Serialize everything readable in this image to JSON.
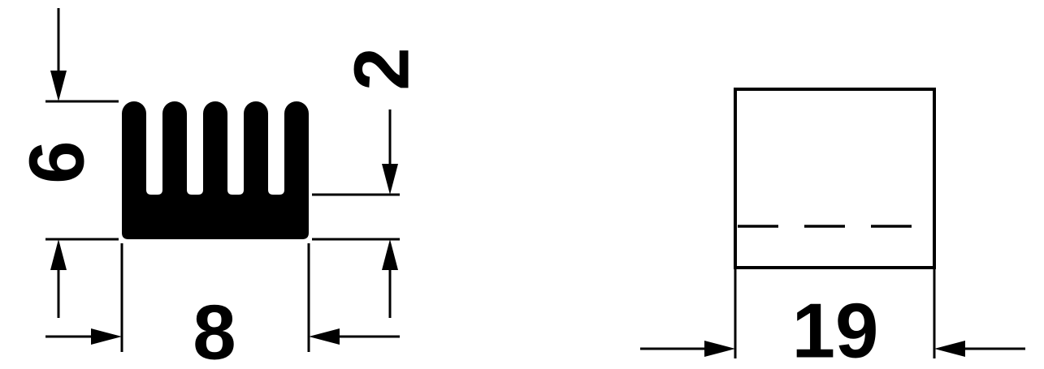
{
  "colors": {
    "line": "#000000",
    "background": "#ffffff"
  },
  "front_view": {
    "dimensions": {
      "height": "6",
      "base_thickness": "2",
      "width": "8"
    }
  },
  "side_view": {
    "dimensions": {
      "length": "19"
    }
  }
}
